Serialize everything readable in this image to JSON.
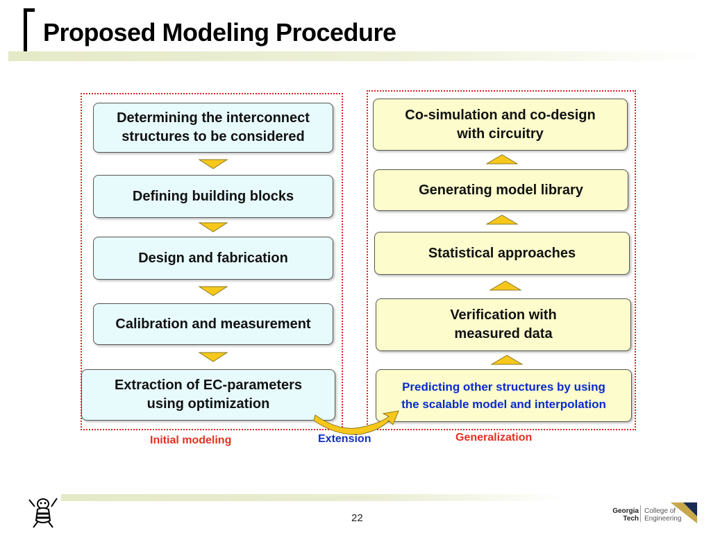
{
  "slide": {
    "title": "Proposed Modeling Procedure",
    "page_number": "22"
  },
  "initial_modeling": {
    "label": "Initial modeling",
    "label_color": "#e53020",
    "steps": [
      "Determining the interconnect\nstructures to be considered",
      "Defining building blocks",
      "Design and fabrication",
      "Calibration and measurement",
      "Extraction of EC-parameters\nusing optimization"
    ]
  },
  "generalization": {
    "label": "Generalization",
    "label_color": "#e53020",
    "steps_top_to_bottom": [
      "Co-simulation and co-design\nwith circuitry",
      "Generating model library",
      "Statistical approaches",
      "Verification with\nmeasured data",
      "Predicting other structures by using\nthe scalable model and interpolation"
    ]
  },
  "extension": {
    "label": "Extension",
    "label_color": "#1030c0"
  },
  "footer": {
    "logo_line1": "Georgia\nTech",
    "logo_line2": "College of\nEngineering"
  },
  "colors": {
    "left_box_fill": "#e7fafc",
    "right_box_fill": "#fcfccc",
    "arrow_fill": "#f7c71b",
    "group_border": "#e02020",
    "highlight_text": "#0a2ad0"
  },
  "icons": {
    "flow_arrow_down": "triangle-down-icon",
    "flow_arrow_up": "triangle-up-icon",
    "extension_arrow": "curved-arrow-icon"
  }
}
